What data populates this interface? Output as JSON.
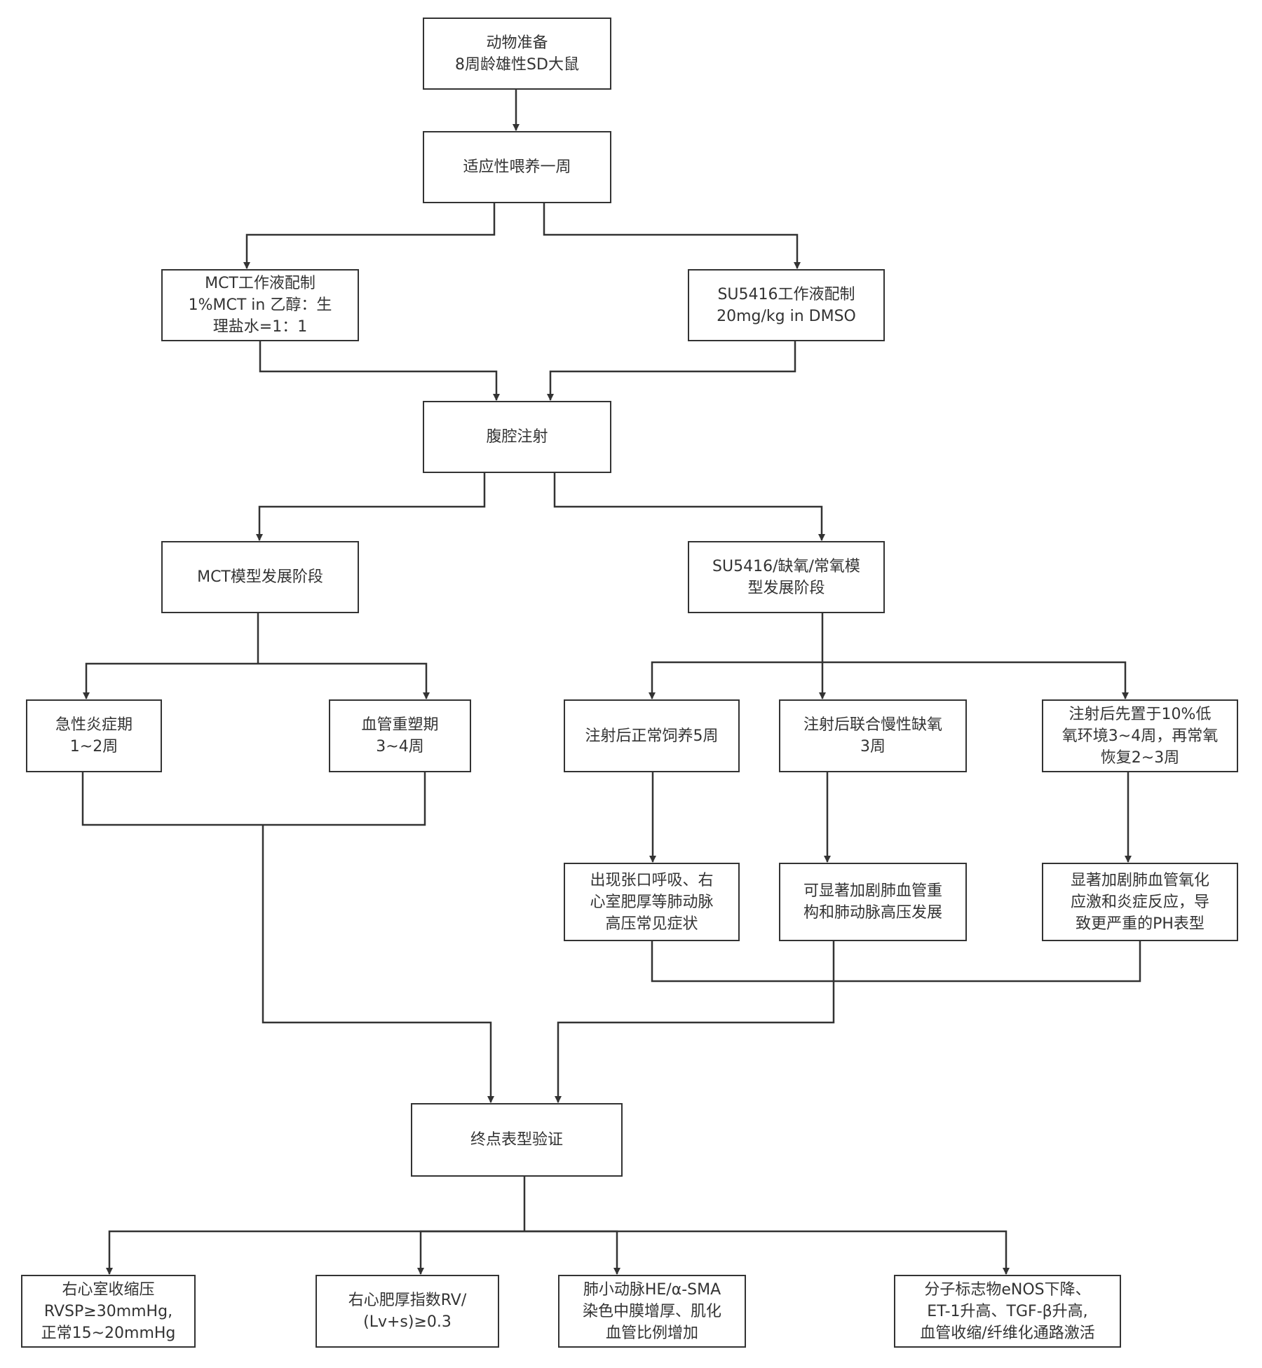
{
  "nodes": {
    "animal_prep": {
      "lines": [
        "动物准备",
        "8周龄雄性SD大鼠"
      ]
    },
    "acclimate": {
      "lines": [
        "适应性喂养一周"
      ]
    },
    "mct_solution": {
      "lines": [
        "MCT工作液配制",
        "1%MCT in 乙醇：生",
        "理盐水=1：1"
      ]
    },
    "su5416_solution": {
      "lines": [
        "SU5416工作液配制",
        "20mg/kg in DMSO"
      ]
    },
    "ip_injection": {
      "lines": [
        "腹腔注射"
      ]
    },
    "mct_stage": {
      "lines": [
        "MCT模型发展阶段"
      ]
    },
    "su5416_stage": {
      "lines": [
        "SU5416/缺氧/常氧模",
        "型发展阶段"
      ]
    },
    "acute_inflammation": {
      "lines": [
        "急性炎症期",
        "1~2周"
      ]
    },
    "vascular_remodeling": {
      "lines": [
        "血管重塑期",
        "3~4周"
      ]
    },
    "normal_feeding": {
      "lines": [
        "注射后正常饲养5周"
      ]
    },
    "chronic_hypoxia": {
      "lines": [
        "注射后联合慢性缺氧",
        "3周"
      ]
    },
    "hypoxia_then_normoxia": {
      "lines": [
        "注射后先置于10%低",
        "氧环境3~4周，再常氧",
        "恢复2~3周"
      ]
    },
    "symptoms": {
      "lines": [
        "出现张口呼吸、右",
        "心室肥厚等肺动脉",
        "高压常见症状"
      ]
    },
    "aggravate_remodeling": {
      "lines": [
        "可显著加剧肺血管重",
        "构和肺动脉高压发展"
      ]
    },
    "aggravate_oxidation": {
      "lines": [
        "显著加剧肺血管氧化",
        "应激和炎症反应，导",
        "致更严重的PH表型"
      ]
    },
    "endpoint": {
      "lines": [
        "终点表型验证"
      ]
    },
    "rvsp": {
      "lines": [
        "右心室收缩压",
        "RVSP≥30mmHg,",
        "正常15~20mmHg"
      ]
    },
    "rv_index": {
      "lines": [
        "右心肥厚指数RV/",
        "(Lv+s)≥0.3"
      ]
    },
    "histology": {
      "lines": [
        "肺小动脉HE/α-SMA",
        "染色中膜增厚、肌化",
        "血管比例增加"
      ]
    },
    "markers": {
      "lines": [
        "分子标志物eNOS下降、",
        "ET-1升高、TGF-β升高,",
        "血管收缩/纤维化通路激活"
      ]
    }
  },
  "colors": {
    "stroke": "#333333",
    "text": "#333333",
    "fill": "#ffffff"
  }
}
